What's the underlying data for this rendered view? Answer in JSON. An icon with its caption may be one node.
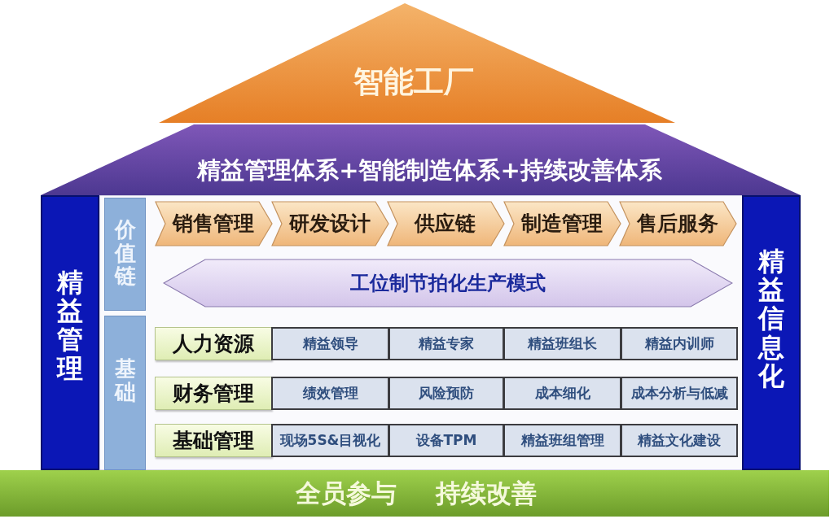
{
  "diagram": {
    "nodes": [
      {
        "text": [
          "智能工厂"
        ]
      },
      {
        "text": [
          "精益管理体系+智能制造体系+持续改善体系"
        ]
      },
      {
        "text": [
          "精益管理"
        ]
      },
      {
        "text": [
          "价值链"
        ]
      },
      {
        "text": [
          "销售管理"
        ]
      },
      {
        "text": [
          "研发设计"
        ]
      },
      {
        "text": [
          "供应链"
        ]
      },
      {
        "text": [
          "制造管理"
        ]
      },
      {
        "text": [
          "售后服务"
        ]
      },
      {
        "text": [
          "工位制节拍化生产模式"
        ]
      },
      {
        "text": [
          "基础"
        ]
      },
      {
        "text": [
          "人力资源"
        ]
      },
      {
        "text": [
          "精益领导"
        ]
      },
      {
        "text": [
          "精益专家"
        ]
      },
      {
        "text": [
          "精益班组长"
        ]
      },
      {
        "text": [
          "精益内训师"
        ]
      },
      {
        "text": [
          "财务管理"
        ]
      },
      {
        "text": [
          "绩效管理"
        ]
      },
      {
        "text": [
          "风险预防"
        ]
      },
      {
        "text": [
          "成本细化"
        ]
      },
      {
        "text": [
          "成本分析与低减"
        ]
      },
      {
        "text": [
          "基础管理"
        ]
      },
      {
        "text": [
          "现场5S&目视化"
        ]
      },
      {
        "text": [
          "设备TPM"
        ]
      },
      {
        "text": [
          "精益班组管理"
        ]
      },
      {
        "text": [
          "精益文化建设"
        ]
      },
      {
        "text": [
          "精益信息化"
        ]
      },
      {
        "text": [
          "全员参与",
          "持续改善"
        ]
      }
    ]
  }
}
